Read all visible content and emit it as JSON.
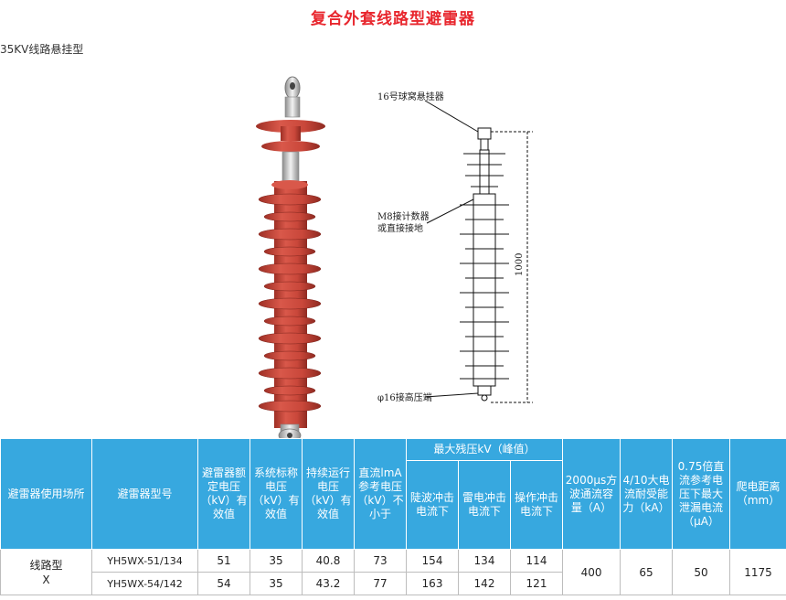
{
  "page": {
    "title": "复合外套线路型避雷器",
    "subtitle": "35KV线路悬挂型"
  },
  "drawing": {
    "label_top": "16号球窝悬挂器",
    "label_mid_1": "M8接计数器",
    "label_mid_2": "或直接接地",
    "label_bottom": "φ16接高压端",
    "dimension": "1000"
  },
  "colors": {
    "title": "#e8262d",
    "header_bg": "#37a8df",
    "shed": "#c9473a"
  },
  "table": {
    "headers": {
      "usage": "避雷器使用场所",
      "model": "避雷器型号",
      "rated_voltage": "避雷器额定电压（kV）有效值",
      "system_voltage": "系统标称电压（kV）有效值",
      "continuous_voltage": "持续运行电压（kV）有效值",
      "dc_1ma": "直流lmA参考电压（kV）不小于",
      "residual_group": "最大残压kV（峰值）",
      "steep": "陡波冲击电流下",
      "lightning": "雷电冲击电流下",
      "switching": "操作冲击电流下",
      "square_wave": "2000μs方波通流容量（A）",
      "high_current": "4/10大电流耐受能力（kA）",
      "leakage": "0.75倍直流参考电压下最大泄漏电流（μA）",
      "creepage": "爬电距离（mm）"
    },
    "usage_line1": "线路型",
    "usage_line2": "X",
    "rows": [
      {
        "model": "YH5WX-51/134",
        "rated": "51",
        "system": "35",
        "continuous": "40.8",
        "dc": "73",
        "steep": "154",
        "lightning": "134",
        "switching": "114"
      },
      {
        "model": "YH5WX-54/142",
        "rated": "54",
        "system": "35",
        "continuous": "43.2",
        "dc": "77",
        "steep": "163",
        "lightning": "142",
        "switching": "121"
      }
    ],
    "shared": {
      "square_wave": "400",
      "high_current": "65",
      "leakage": "50",
      "creepage": "1175"
    }
  }
}
